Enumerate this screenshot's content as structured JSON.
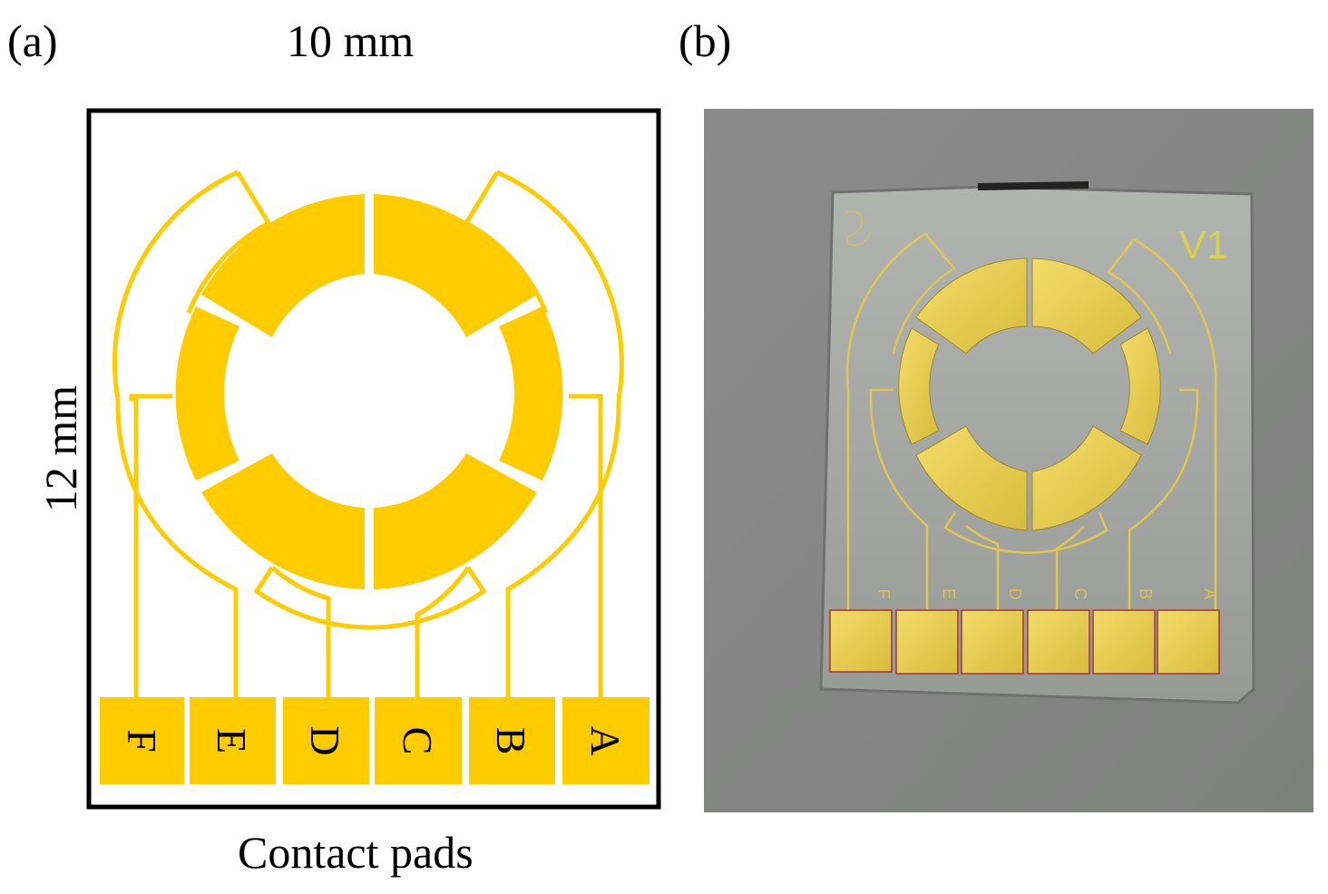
{
  "panel_a": {
    "label": "(a)",
    "width_dimension": "10 mm",
    "height_dimension": "12 mm",
    "footer_caption": "Contact pads",
    "pads": [
      "F",
      "E",
      "D",
      "C",
      "B",
      "A"
    ],
    "colors": {
      "gold": "#FFCC00",
      "frame": "#000000"
    }
  },
  "panel_b": {
    "label": "(b)",
    "chip_marking": "V1",
    "pad_letters": [
      "F",
      "E",
      "D",
      "C",
      "B",
      "A"
    ],
    "colors": {
      "background": "#8c8c8c",
      "substrate": "#a6a8a6",
      "gold": "#e8cf55"
    }
  }
}
